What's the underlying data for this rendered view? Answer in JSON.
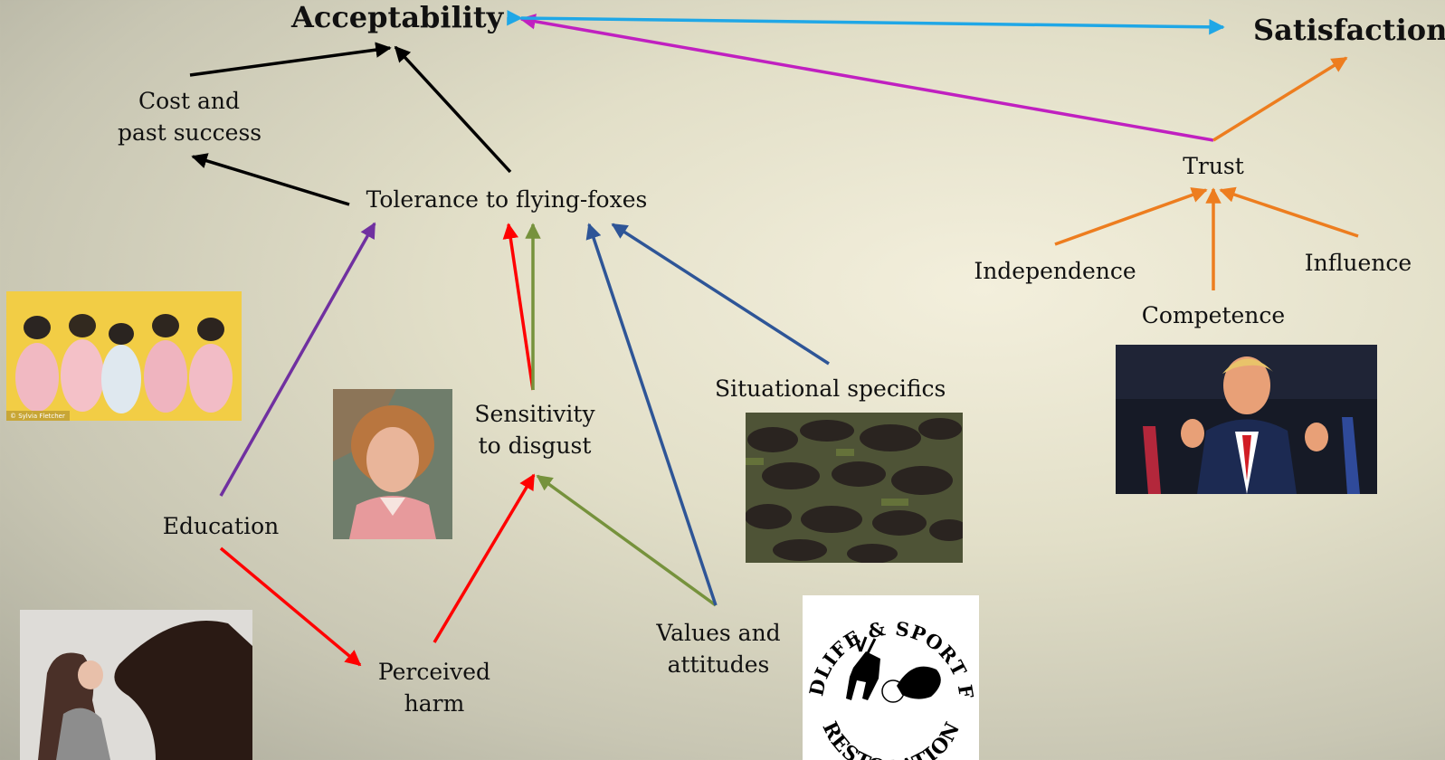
{
  "colors": {
    "black": "#000000",
    "purple": "#7030a0",
    "red": "#ff0000",
    "green": "#76923c",
    "blue": "#2e5597",
    "magenta": "#c020c0",
    "cyan": "#1fa7e6",
    "orange": "#ed7d1f"
  },
  "nodes": {
    "acceptability": "Acceptability",
    "satisfaction": "Satisfaction",
    "cost_line1": "Cost and",
    "cost_line2": "past success",
    "tolerance": "Tolerance to flying-foxes",
    "trust": "Trust",
    "independence": "Independence",
    "influence": "Influence",
    "competence": "Competence",
    "situational": "Situational specifics",
    "sensitivity_line1": "Sensitivity",
    "sensitivity_line2": "to disgust",
    "education": "Education",
    "perceived_line1": "Perceived",
    "perceived_line2": "harm",
    "values_line1": "Values and",
    "values_line2": "attitudes"
  },
  "images": {
    "bats_wrapped": "baby flying-foxes wrapped in blankets",
    "woman_disgust": "woman with disgusted expression",
    "woman_horse": "woman kissing a horse",
    "dead_bats": "dead flying-foxes on grass",
    "wildlife_logo": "Wildlife & Sport Fish Restoration logo",
    "politician": "man giving thumbs up"
  },
  "logo_text": {
    "top": "WILDLIFE & SPORT FISH",
    "bottom": "RESTORATION"
  },
  "photo_caption": "© Sylvia Fletcher"
}
